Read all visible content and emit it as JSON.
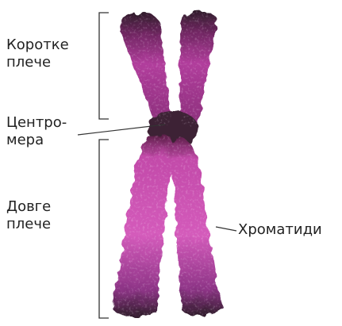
{
  "labels": {
    "short_arm": [
      "Коротке",
      "плече"
    ],
    "centromere": [
      "Центро-",
      "мера"
    ],
    "long_arm": [
      "Довге",
      "плече"
    ],
    "chromatids": "Хроматиди"
  },
  "colors": {
    "arm_light": "#d24fb6",
    "arm_mid": "#b13d9c",
    "arm_dark": "#5a1d46",
    "tip_dark": "#2f1d2a",
    "lines": "#333333"
  }
}
